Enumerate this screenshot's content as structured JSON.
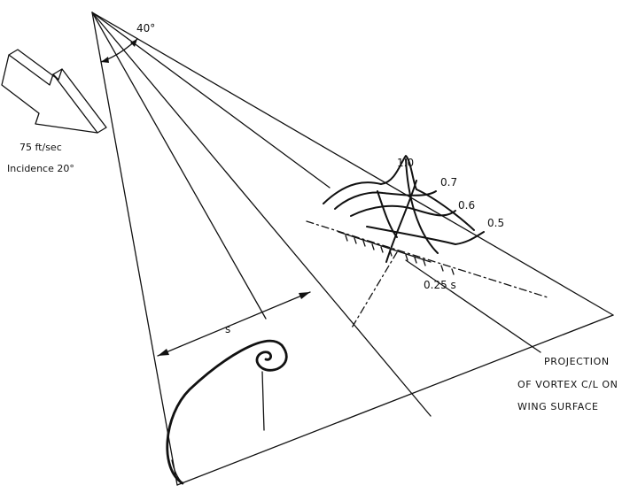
{
  "figure": {
    "angle_label": "40°",
    "flow_speed": "75 ft/sec",
    "incidence": "Incidence 20°",
    "contour_labels": [
      "1.0",
      "0.7",
      "0.6",
      "0.5"
    ],
    "station_label": "0.25 s",
    "span_label": "s",
    "callout_line1": "PROJECTION",
    "callout_line2": "OF VORTEX C/L ON",
    "callout_line3": "WING SURFACE",
    "icons": [
      "flow-direction-arrow-icon"
    ]
  }
}
